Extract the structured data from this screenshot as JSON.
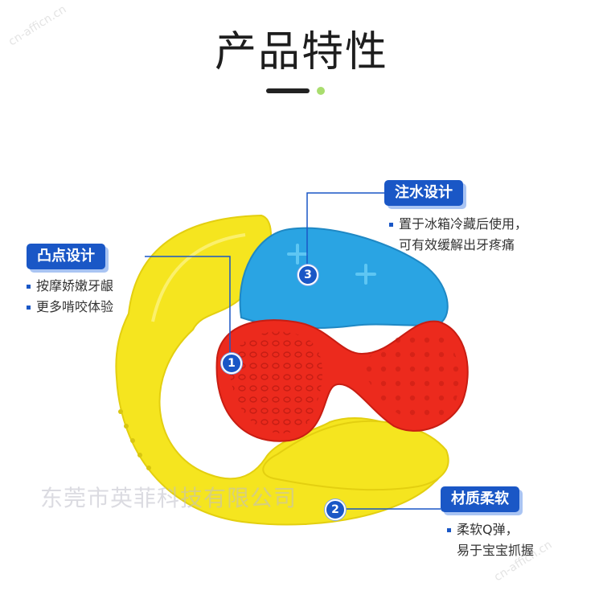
{
  "title": "产品特性",
  "colors": {
    "accent": "#1a57c6",
    "yellow": "#f5e51f",
    "blue": "#2aa4e3",
    "red": "#ec2a1d",
    "green_dot": "#a9dd6e"
  },
  "features": [
    {
      "number": "1",
      "label": "凸点设计",
      "bullets": [
        "按摩娇嫩牙龈",
        "更多啃咬体验"
      ]
    },
    {
      "number": "2",
      "label": "材质柔软",
      "bullets": [
        "柔软Q弹，",
        "易于宝宝抓握"
      ]
    },
    {
      "number": "3",
      "label": "注水设计",
      "bullets": [
        "置于冰箱冷藏后使用，",
        "可有效缓解出牙疼痛"
      ]
    }
  ],
  "watermark": "东莞市英菲科技有限公司",
  "corner_watermarks": [
    "cn-afficn.cn",
    "cn-afficn.cn"
  ]
}
